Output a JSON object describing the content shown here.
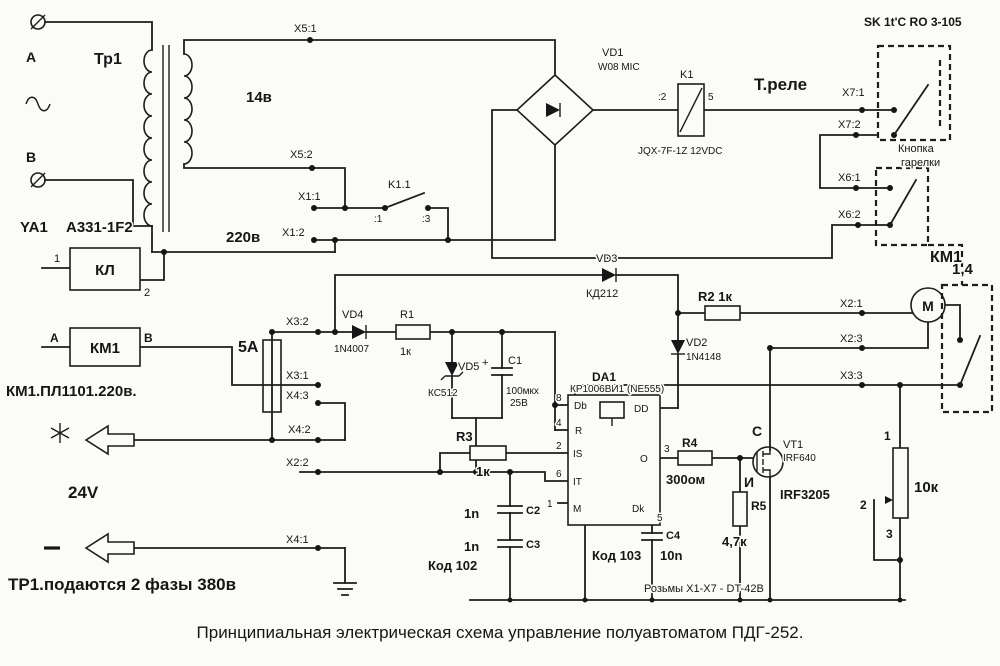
{
  "caption": "Принципиальная электрическая схема  управление  полуавтоматом ПДГ-252.",
  "notes": {
    "phases": "ТР1.подаются 2 фазы 380в",
    "connectors": "Розьмы X1-X7 - DT-42В",
    "top_right": "SK 1t'C  RO 3-105",
    "km1_type": "КМ1.ПЛ1101.220в.",
    "button_line1": "Кнопка",
    "button_line2": "гарелки"
  },
  "power": {
    "phase_a": "А",
    "phase_b": "В",
    "v220": "220в",
    "v14": "14в",
    "v24": "24V"
  },
  "transformer": {
    "name": "Тр1"
  },
  "relay": {
    "name": "K1",
    "part": "JQX-7F-1Z 12VDC",
    "pin_2": ":2",
    "pin_5": "5",
    "contact": "K1.1",
    "contact_1": ":1",
    "contact_3": ":3",
    "thermal": "Т.реле"
  },
  "bridge": {
    "name": "VD1",
    "part": "W08 MIC"
  },
  "contactor": {
    "ya1": "YA1",
    "ya1_part": "А331-1F2",
    "kl": "КЛ",
    "kl_pin1": "1",
    "kl_pin2": "2",
    "km1": "КМ1",
    "km1_pin_a": "А",
    "km1_pin_b": "В",
    "km1_label": "КМ1"
  },
  "fuse": {
    "value": "5А"
  },
  "motor": {
    "label": "М",
    "value": "1,4"
  },
  "terminals": {
    "x51": "X5:1",
    "x52": "X5:2",
    "x11": "X1:1",
    "x12": "X1:2",
    "x71": "X7:1",
    "x72": "X7:2",
    "x61": "X6:1",
    "x62": "X6:2",
    "x21": "X2:1",
    "x22": "X2:2",
    "x23": "X2:3",
    "x31": "X3:1",
    "x32": "X3:2",
    "x33": "X3:3",
    "x41": "X4:1",
    "x42": "X4:2",
    "x43": "X4:3"
  },
  "diodes": {
    "vd2": "VD2",
    "vd2_part": "1N4148",
    "vd3": "VD3",
    "vd3_part": "КД212",
    "vd4": "VD4",
    "vd4_part": "1N4007",
    "vd5": "VD5",
    "vd5_part": "КС512"
  },
  "mosfet": {
    "name": "VT1",
    "part": "IRF640",
    "part_alt": "IRF3205",
    "drain": "С",
    "source": "И"
  },
  "resistors": {
    "r1": "R1",
    "r1_val": "1к",
    "r2": "R2  1к",
    "r3": "R3",
    "r3_val": "1к",
    "r4": "R4",
    "r4_val": "300ом",
    "r5": "R5",
    "r5_val": "4,7к",
    "pot_val": "10к",
    "pot_1": "1",
    "pot_2": "2",
    "pot_3": "3"
  },
  "capacitors": {
    "c1": "C1",
    "c1_val": "100мкх",
    "c1_v": "25В",
    "c1_plus": "+",
    "c2": "C2",
    "c2_val": "1n",
    "c3": "C3",
    "c3_val": "1n",
    "c3_code": "Код 102",
    "c4": "C4",
    "c4_val": "10n",
    "c4_code": "Код 103"
  },
  "ic": {
    "name": "DA1",
    "part": "КР1006ВИ1 (NE555)",
    "pin8": "8",
    "pin4": "4",
    "pin2": "2",
    "pin6": "6",
    "pin1": "1",
    "pin3": "3",
    "pin5": "5",
    "lbl_db": "Db",
    "lbl_r": "R",
    "lbl_is": "IS",
    "lbl_it": "IT",
    "lbl_m": "M",
    "lbl_dd": "DD",
    "lbl_o": "O",
    "lbl_dk": "Dk"
  }
}
